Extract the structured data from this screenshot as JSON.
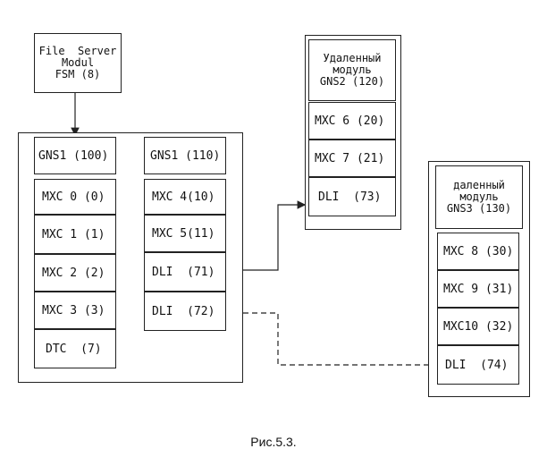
{
  "fsm": {
    "lines": [
      "File  Server",
      "Modul",
      "FSM (8)"
    ]
  },
  "main_module": {
    "left_column": [
      "GNS1 (100)",
      "MXC 0 (0)",
      "MXC 1 (1)",
      "MXC 2 (2)",
      "MXC 3 (3)",
      "DTC  (7)"
    ],
    "right_column": [
      "GNS1 (110)",
      "MXC 4(10)",
      "MXC 5(11)",
      "DLI  (71)",
      "DLI  (72)"
    ]
  },
  "remote_gns2": {
    "header": [
      "Удаленный",
      "модуль",
      "GNS2 (120)"
    ],
    "cells": [
      "MXC 6 (20)",
      "MXC 7 (21)",
      "DLI  (73)"
    ]
  },
  "remote_gns3": {
    "header": [
      "даленный",
      "модуль",
      "GNS3 (130)"
    ],
    "cells": [
      "MXC 8 (30)",
      "MXC 9 (31)",
      "MXC10 (32)",
      "DLI  (74)"
    ]
  },
  "caption": "Рис.5.3."
}
